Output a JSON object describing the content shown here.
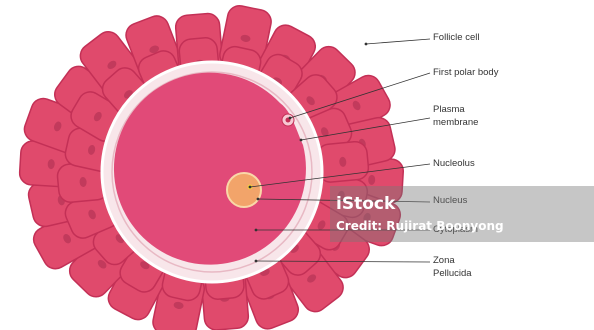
{
  "colors": {
    "follicle_fill": "#e04a6c",
    "follicle_stroke": "#c33056",
    "follicle_nucleus": "#c23a5c",
    "zona": "#f8e6ea",
    "zona_ring": "#e8b9c4",
    "cytoplasm": "#e14a78",
    "nucleus": "#f2a46a",
    "nucleolus": "#f4d03f",
    "leader_line": "#333333",
    "watermark_text": "#ffffff"
  },
  "labels": {
    "follicle_cell": "Follicle cell",
    "first_polar_body": "First polar body",
    "plasma_membrane_1": "Plasma",
    "plasma_membrane_2": "membrane",
    "nucleolus": "Nucleolus",
    "nucleus": "Nucleus",
    "cytoplasm": "Cytoplasm",
    "zona_pellucida_1": "Zona",
    "zona_pellucida_2": "Pellucida"
  },
  "watermark": {
    "brand": "iStock",
    "credit": "Credit: Rujirat Boonyong"
  }
}
